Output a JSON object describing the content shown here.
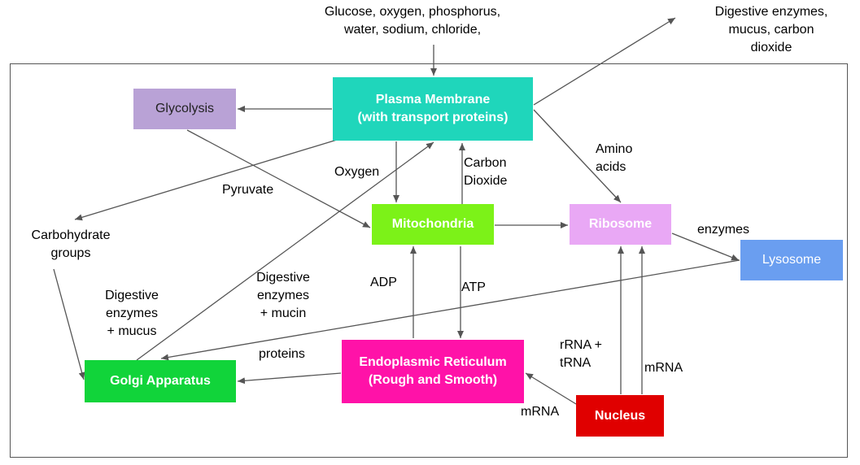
{
  "nodes": {
    "plasma": "Plasma Membrane\n(with transport proteins)",
    "glycolysis": "Glycolysis",
    "mitochondria": "Mitochondria",
    "ribosome": "Ribosome",
    "lysosome": "Lysosome",
    "golgi": "Golgi Apparatus",
    "er": "Endoplasmic Reticulum\n(Rough and Smooth)",
    "nucleus": "Nucleus"
  },
  "labels": {
    "inputs": "Glucose, oxygen, phosphorus,\nwater, sodium, chloride,",
    "outputs": "Digestive enzymes,\nmucus, carbon\ndioxide",
    "oxygen": "Oxygen",
    "carbon_dioxide": "Carbon\nDioxide",
    "amino_acids": "Amino\nacids",
    "pyruvate": "Pyruvate",
    "carbohydrate_groups": "Carbohydrate\ngroups",
    "enzymes": "enzymes",
    "adp": "ADP",
    "atp": "ATP",
    "digestive_mucin": "Digestive\nenzymes\n+ mucin",
    "digestive_mucus": "Digestive\nenzymes\n+ mucus",
    "proteins": "proteins",
    "rrna_trna": "rRNA +\ntRNA",
    "mrna_right": "mRNA",
    "mrna_bottom": "mRNA"
  },
  "colors": {
    "plasma": "#1fd6bb",
    "glycolysis": "#b9a2d6",
    "mitochondria": "#7cf218",
    "ribosome": "#e9a8f5",
    "lysosome": "#6a9ef0",
    "golgi": "#11d43a",
    "er": "#ff12a8",
    "nucleus": "#e00000",
    "arrow": "#555555"
  }
}
